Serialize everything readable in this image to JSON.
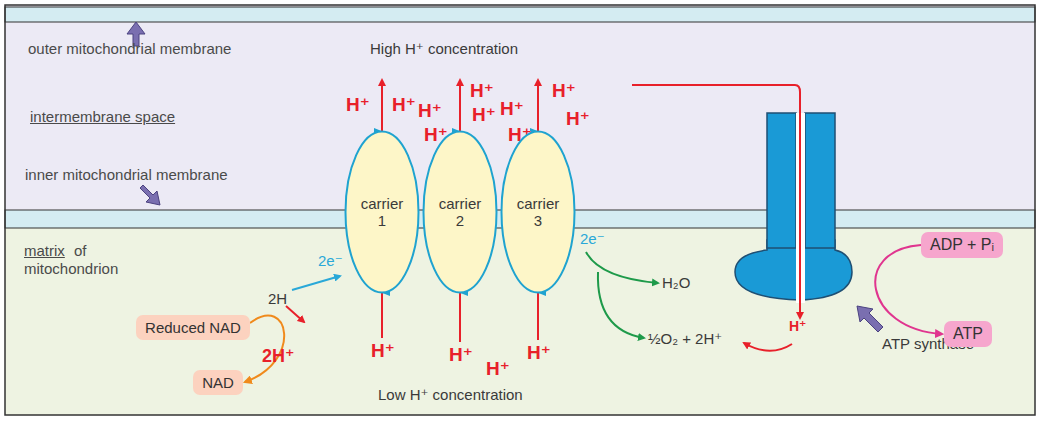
{
  "diagram": {
    "nodes": [
      {
        "text": [
          "carrier 1"
        ]
      },
      {
        "text": [
          "carrier 2"
        ]
      },
      {
        "text": [
          "carrier 3"
        ]
      },
      {
        "text": [
          "Reduced NAD"
        ]
      },
      {
        "text": [
          "NAD"
        ]
      },
      {
        "text": [
          "ADP + Pᵢ"
        ]
      },
      {
        "text": [
          "ATP"
        ]
      }
    ],
    "edges": [
      {
        "from": 3,
        "to": 4,
        "arrow": "to"
      },
      {
        "from": 5,
        "to": 6,
        "arrow": "to"
      }
    ],
    "labels": [
      "outer mitochondrial membrane",
      "intermembrane space",
      "inner mitochondrial membrane",
      "matrix",
      "of mitochondrion",
      "High H⁺ concentration",
      "Low H⁺ concentration",
      "H⁺",
      "H⁺",
      "H⁺",
      "H⁺",
      "H⁺",
      "H⁺",
      "H⁺",
      "H⁺",
      "H⁺",
      "H⁺",
      "2H⁺",
      "H⁺",
      "H⁺",
      "H⁺",
      "H⁺",
      "2e⁻",
      "2H",
      "2e⁻",
      "H₂O",
      "½O₂ + 2H⁺",
      "H⁺",
      "ATP synthase"
    ]
  }
}
